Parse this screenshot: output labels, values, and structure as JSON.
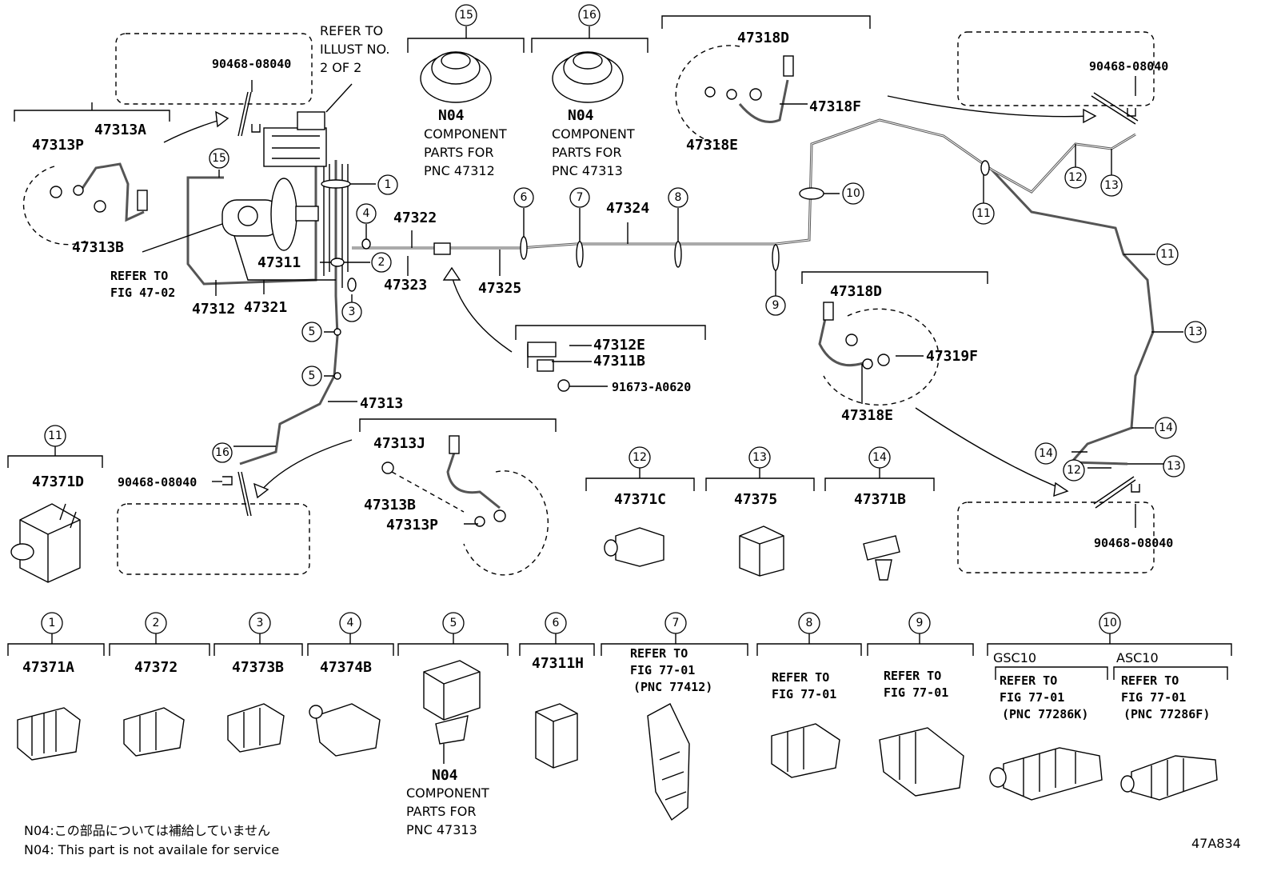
{
  "labels": {
    "p47313A": "47313A",
    "p47313P_a": "47313P",
    "p47313B_a": "47313B",
    "p47311": "47311",
    "p47312": "47312",
    "p47321": "47321",
    "p47322": "47322",
    "p47323": "47323",
    "p47324": "47324",
    "p47325": "47325",
    "p47313": "47313",
    "p47313J": "47313J",
    "p47313B_b": "47313B",
    "p47313P_b": "47313P",
    "p47312E": "47312E",
    "p47311B": "47311B",
    "p91673": "91673-A0620",
    "p47318D_a": "47318D",
    "p47318F": "47318F",
    "p47318E_a": "47318E",
    "p47318D_b": "47318D",
    "p47319F": "47319F",
    "p47318E_b": "47318E",
    "bolt_tl": "90468-08040",
    "bolt_tr": "90468-08040",
    "bolt_bl": "90468-08040",
    "bolt_br": "90468-08040",
    "p47371D": "47371D",
    "p47371C": "47371C",
    "p47375": "47375",
    "p47371B": "47371B",
    "p47371A": "47371A",
    "p47372": "47372",
    "p47373B": "47373B",
    "p47374B": "47374B",
    "p47311H": "47311H"
  },
  "notes": {
    "refer_illust_1": "REFER TO",
    "refer_illust_2": "ILLUST NO.",
    "refer_illust_3": "2 OF 2",
    "refer_fig4702_1": "REFER TO",
    "refer_fig4702_2": "FIG 47-02",
    "n04_15": "N04",
    "comp_15_1": "COMPONENT",
    "comp_15_2": "PARTS FOR",
    "comp_15_3": "PNC 47312",
    "n04_16": "N04",
    "comp_16_1": "COMPONENT",
    "comp_16_2": "PARTS FOR",
    "comp_16_3": "PNC 47313",
    "n04_5": "N04",
    "comp_5_1": "COMPONENT",
    "comp_5_2": "PARTS FOR",
    "comp_5_3": "PNC 47313",
    "ref7_1": "REFER TO",
    "ref7_2": "FIG 77-01",
    "ref7_3": "(PNC 77412)",
    "ref8_1": "REFER TO",
    "ref8_2": "FIG 77-01",
    "ref9_1": "REFER TO",
    "ref9_2": "FIG 77-01",
    "gsc10": "GSC10",
    "asc10": "ASC10",
    "ref10a_1": "REFER TO",
    "ref10a_2": "FIG 77-01",
    "ref10a_3": "(PNC 77286K)",
    "ref10b_1": "REFER TO",
    "ref10b_2": "FIG 77-01",
    "ref10b_3": "(PNC 77286F)",
    "footnote_jp": "N04:この部品については補給していません",
    "footnote_en": "N04: This part is not availale for service",
    "illus_id": "47A834"
  },
  "callouts": [
    "1",
    "2",
    "3",
    "4",
    "5",
    "6",
    "7",
    "8",
    "9",
    "10",
    "11",
    "12",
    "13",
    "14",
    "15",
    "16"
  ]
}
